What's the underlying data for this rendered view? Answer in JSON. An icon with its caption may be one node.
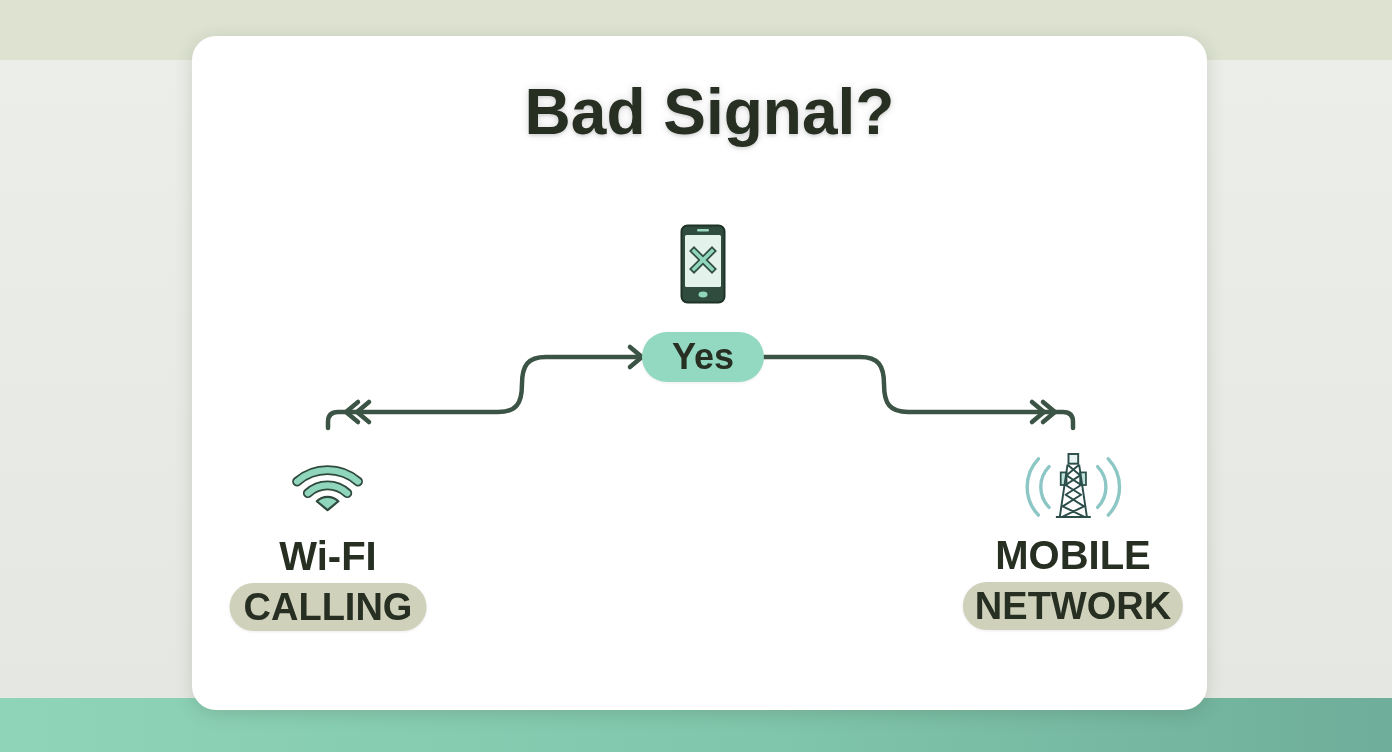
{
  "diagram": {
    "title": "Bad Signal?",
    "nodes": [
      {
        "text": [
          "Yes"
        ]
      },
      {
        "text": [
          "Wi-FI",
          "CALLING"
        ]
      },
      {
        "text": [
          "MOBILE",
          "NETWORK"
        ]
      }
    ],
    "edges": [
      {
        "from": 0,
        "to": 1,
        "arrow": "both"
      },
      {
        "from": 0,
        "to": 2,
        "arrow": "to"
      }
    ]
  }
}
